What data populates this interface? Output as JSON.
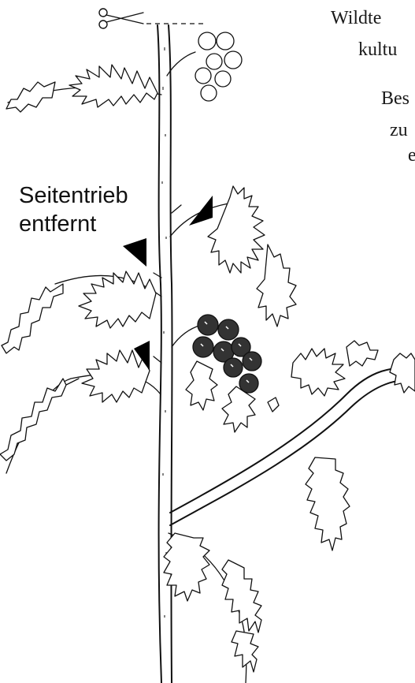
{
  "text": {
    "line1": "Wildte",
    "line2": "kultu",
    "line3": "Bes",
    "line4": "zu",
    "line5": "e",
    "side_shoot_label_1": "Seitentrieb",
    "side_shoot_label_2": "entfernt"
  },
  "icons": {
    "scissors": "scissors-icon",
    "marker": "triangle-arrow-icon"
  }
}
